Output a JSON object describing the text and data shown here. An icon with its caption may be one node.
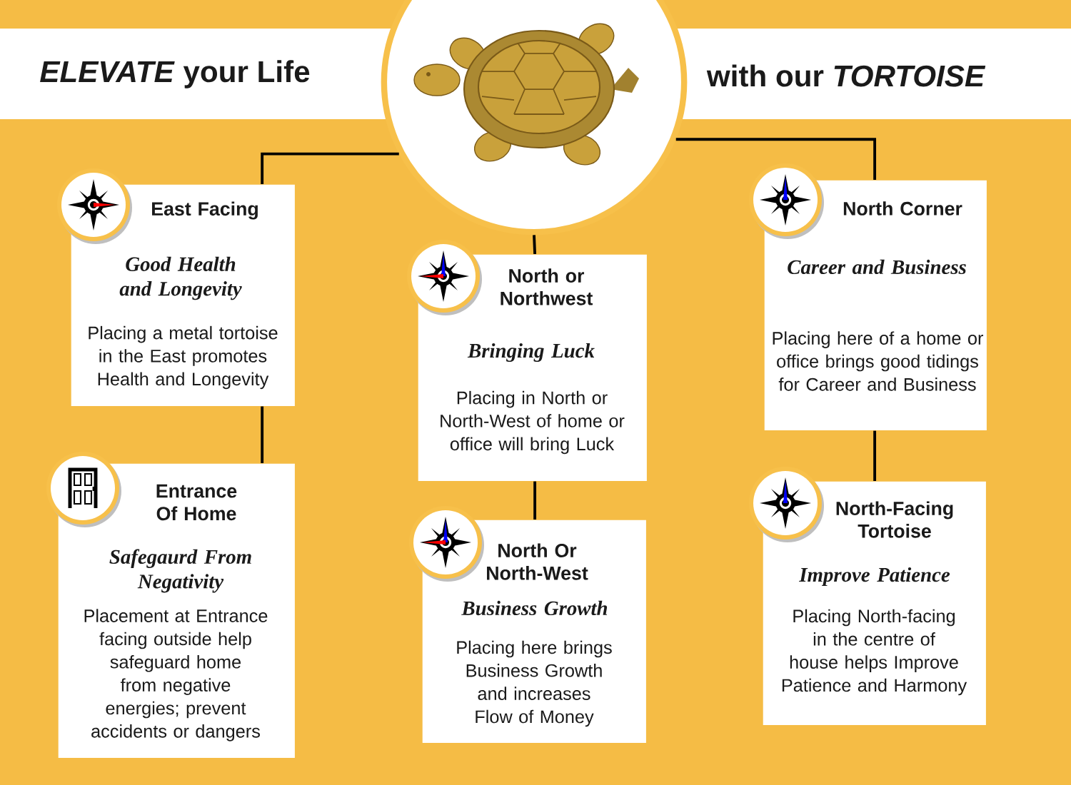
{
  "diagram": {
    "nodes": [
      {
        "text": [],
        "shape": "picture"
      },
      {
        "text": [
          "East Facing",
          "Good Health and Longevity",
          "Placing a metal tortoise in the East promotes Health and Longevity"
        ]
      },
      {
        "text": [
          "Entrance Of Home",
          "Safegaurd From Negativity",
          "Placement at Entrance facing outside help safeguard home from negative energies; prevent accidents or dangers"
        ]
      },
      {
        "text": [
          "North or Northwest",
          "Bringing Luck",
          "Placing in North or North-West of home or office will bring Luck"
        ]
      },
      {
        "text": [
          "North Or North-West",
          "Business Growth",
          "Placing here brings Business Growth and increases Flow of Money"
        ]
      },
      {
        "text": [
          "North Corner",
          "Career and Business",
          "Placing here of a home or office brings good tidings for Career and Business"
        ]
      },
      {
        "text": [
          "North-Facing Tortoise",
          "Improve Patience",
          "Placing North-facing in the centre of house helps Improve Patience and Harmony"
        ]
      }
    ],
    "edges": [
      {
        "from": 0,
        "to": 1,
        "arrow": "none"
      },
      {
        "from": 1,
        "to": 2,
        "arrow": "none"
      },
      {
        "from": 0,
        "to": 3,
        "arrow": "none"
      },
      {
        "from": 3,
        "to": 4,
        "arrow": "none"
      },
      {
        "from": 0,
        "to": 5,
        "arrow": "none"
      },
      {
        "from": 5,
        "to": 6,
        "arrow": "none"
      }
    ],
    "labels": [
      "*ELEVATE* your Life",
      "with our *TORTOISE*"
    ]
  }
}
